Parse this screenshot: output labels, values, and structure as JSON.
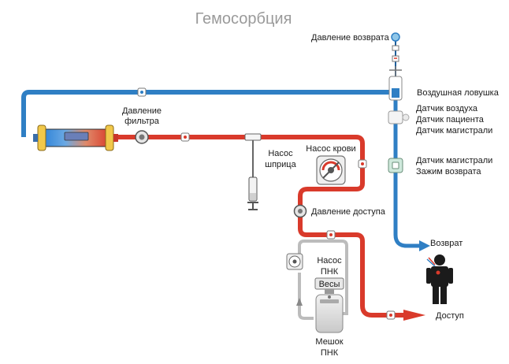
{
  "title": "Гемосорбция",
  "labels": {
    "return_pressure": "Давление возврата",
    "air_trap": "Воздушная ловушка",
    "air_sensor": [
      "Датчик воздуха",
      "Датчик пациента",
      "Датчик магистрали"
    ],
    "line_sensor": [
      "Датчик магистрали",
      "Зажим возврата"
    ],
    "filter_pressure": [
      "Давление",
      "фильтра"
    ],
    "syringe_pump": [
      "Насос",
      "шприца"
    ],
    "blood_pump": "Насос крови",
    "access_pressure": "Давление доступа",
    "pnk_pump": [
      "Насос",
      "ПНК"
    ],
    "scales": "Весы",
    "pnk_bag": [
      "Мешок",
      "ПНК"
    ],
    "return": "Возврат",
    "access": "Доступ"
  },
  "colors": {
    "venous": "#2f7fc4",
    "arterial": "#d93a2b",
    "pnk_line": "#b8b8b8",
    "title": "#9a9a9a"
  }
}
